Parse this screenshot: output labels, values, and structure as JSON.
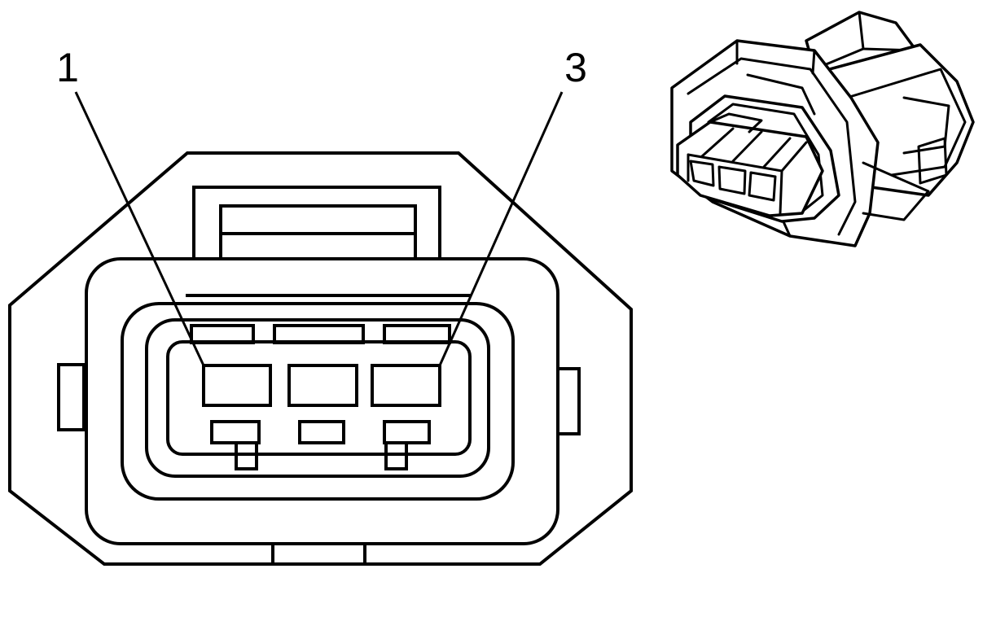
{
  "diagram": {
    "pin_labels": [
      {
        "id": "pin-1",
        "text": "1"
      },
      {
        "id": "pin-3",
        "text": "3"
      }
    ],
    "line_color": "#000000",
    "background_color": "#ffffff"
  }
}
